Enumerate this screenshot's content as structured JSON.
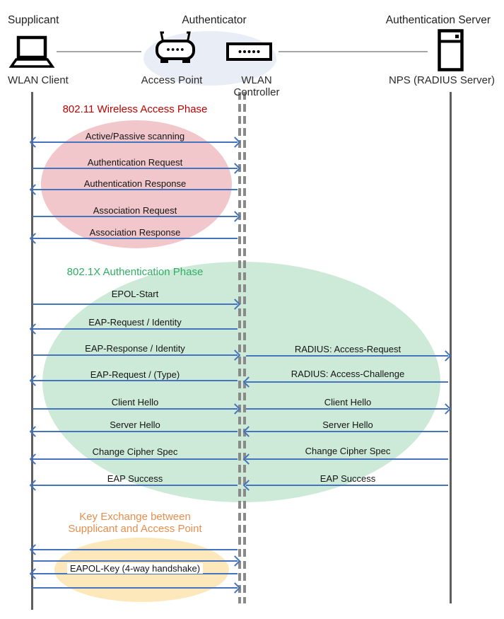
{
  "header": {
    "roles": {
      "supplicant": "Supplicant",
      "authenticator": "Authenticator",
      "auth_server": "Authentication Server"
    },
    "devices": {
      "wlan_client": "WLAN Client",
      "access_point": "Access Point",
      "wlan_controller": "WLAN Controller",
      "nps": "NPS (RADIUS Server)"
    }
  },
  "phases": [
    {
      "id": "80211",
      "title": "802.11 Wireless Access Phase"
    },
    {
      "id": "8021x",
      "title": "802.1X Authentication Phase"
    },
    {
      "id": "key_exchange",
      "title_line1": "Key Exchange between",
      "title_line2": "Supplicant and Access Point"
    }
  ],
  "messages": {
    "supplicant_to_authenticator": [
      {
        "label": "Active/Passive scanning",
        "dir": "both"
      },
      {
        "label": "Authentication Request",
        "dir": "right"
      },
      {
        "label": "Authentication Response",
        "dir": "left"
      },
      {
        "label": "Association Request",
        "dir": "right"
      },
      {
        "label": "Association Response",
        "dir": "left"
      },
      {
        "label": "EPOL-Start",
        "dir": "right"
      },
      {
        "label": "EAP-Request / Identity",
        "dir": "left"
      },
      {
        "label": "EAP-Response / Identity",
        "dir": "right"
      },
      {
        "label": "EAP-Request / (Type)",
        "dir": "left"
      },
      {
        "label": "Client Hello",
        "dir": "right"
      },
      {
        "label": "Server Hello",
        "dir": "left"
      },
      {
        "label": "Change Cipher Spec",
        "dir": "left"
      },
      {
        "label": "EAP Success",
        "dir": "left"
      },
      {
        "label": "",
        "dir": "left"
      },
      {
        "label": "",
        "dir": "right"
      },
      {
        "label": "EAPOL-Key (4-way handshake)",
        "dir": "none"
      },
      {
        "label": "",
        "dir": "left"
      },
      {
        "label": "",
        "dir": "right"
      }
    ],
    "authenticator_to_server": [
      {
        "label": "RADIUS: Access-Request",
        "dir": "right"
      },
      {
        "label": "RADIUS: Access-Challenge",
        "dir": "left"
      },
      {
        "label": "Client Hello",
        "dir": "right"
      },
      {
        "label": "Server Hello",
        "dir": "left"
      },
      {
        "label": "Change Cipher Spec",
        "dir": "left"
      },
      {
        "label": "EAP Success",
        "dir": "left"
      }
    ]
  },
  "colors": {
    "arrow": "#4573BD",
    "red": "#C00000",
    "green": "#2EAF64",
    "orange": "#E78E4E",
    "pinkbg": "#F2C7CB",
    "greenbg": "#CDEAD8",
    "yellowbg": "#FCE8BA",
    "bluebg": "#E9EDF6",
    "lifeline": "#5F5F5F",
    "dash": "#8A8A8A",
    "connector": "#A6A6A6"
  }
}
